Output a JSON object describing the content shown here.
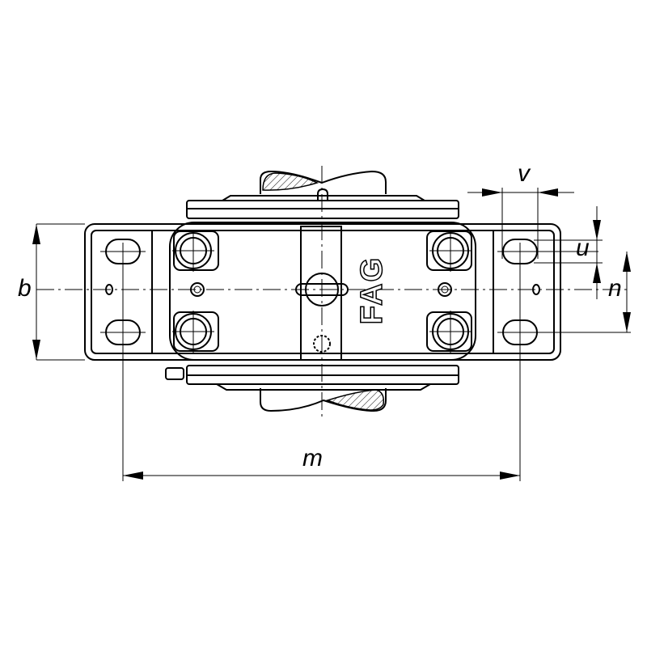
{
  "drawing": {
    "brand_logo": "FAG",
    "dimensions": {
      "b": "b",
      "m": "m",
      "v": "v",
      "u": "u",
      "n": "n"
    }
  }
}
